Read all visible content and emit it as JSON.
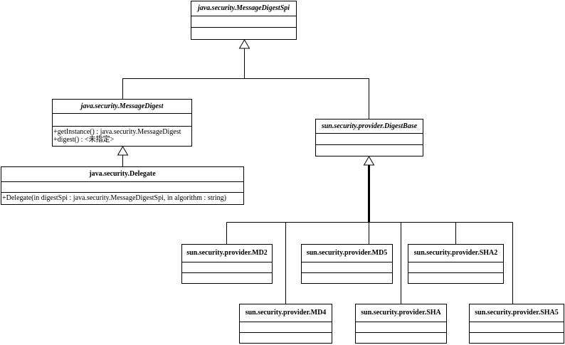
{
  "classes": {
    "spi": {
      "name": "java.security.MessageDigestSpi"
    },
    "md": {
      "name": "java.security.MessageDigest",
      "ops": [
        "+getInstance() : java.security.MessageDigest",
        "+digest() : <未指定>"
      ]
    },
    "delegate": {
      "name": "java.security.Delegate",
      "ops": [
        "+Delegate(in digestSpi : java.security.MessageDigestSpi, in algorithm : string)"
      ]
    },
    "digestbase": {
      "name": "sun.security.provider.DigestBase"
    },
    "md2": {
      "name": "sun.security.provider.MD2"
    },
    "md5": {
      "name": "sun.security.provider.MD5"
    },
    "sha2": {
      "name": "sun.security.provider.SHA2"
    },
    "md4": {
      "name": "sun.security.provider.MD4"
    },
    "sha": {
      "name": "sun.security.provider.SHA"
    },
    "sha5": {
      "name": "sun.security.provider.SHA5"
    }
  }
}
